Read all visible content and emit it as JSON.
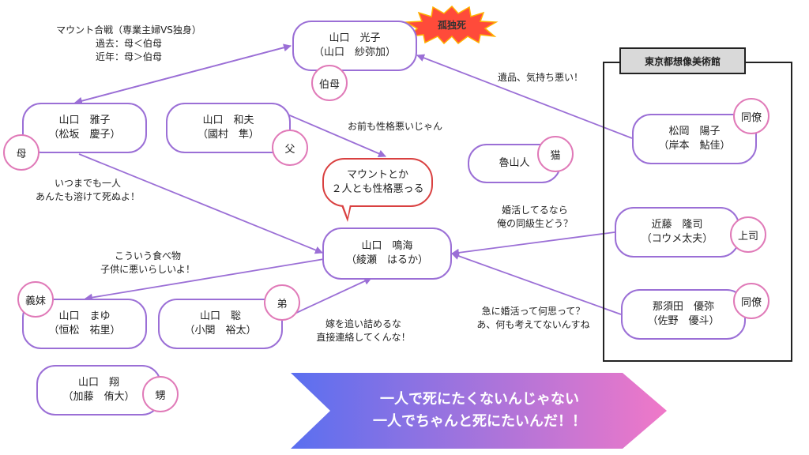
{
  "colors": {
    "node_border": "#9b6fd6",
    "role_border": "#e07ab8",
    "arrow": "#9b6fd6",
    "bubble_border": "#d94040",
    "burst_fill": "#ff4b3a",
    "banner_left": "#5a6ff0",
    "banner_right": "#f078c8"
  },
  "nodes": {
    "mitsuko": {
      "name": "山口　光子",
      "actor": "（山口　紗弥加）",
      "role": "伯母"
    },
    "masako": {
      "name": "山口　雅子",
      "actor": "（松坂　慶子）",
      "role": "母"
    },
    "kazuo": {
      "name": "山口　和夫",
      "actor": "（國村　隼）",
      "role": "父"
    },
    "narumi": {
      "name": "山口　鳴海",
      "actor": "（綾瀬　はるか）"
    },
    "mayu": {
      "name": "山口　まゆ",
      "actor": "（恒松　祐里）",
      "role": "義妹"
    },
    "satoshi": {
      "name": "山口　聡",
      "actor": "（小関　裕太）",
      "role": "弟"
    },
    "sho": {
      "name": "山口　翔",
      "actor": "（加藤　侑大）",
      "role": "甥"
    },
    "rosanjin": {
      "name": "魯山人",
      "role": "猫"
    },
    "matsuoka": {
      "name": "松岡　陽子",
      "actor": "（岸本　鮎佳）",
      "role": "同僚"
    },
    "kondo": {
      "name": "近藤　隆司",
      "actor": "（コウメ太夫）",
      "role": "上司"
    },
    "nasuda": {
      "name": "那須田　優弥",
      "actor": "（佐野　優斗）",
      "role": "同僚"
    }
  },
  "burst": "孤独死",
  "museum": "東京都想像美術館",
  "bubble": {
    "line1": "マウントとか",
    "line2": "２人とも性格悪っる"
  },
  "notes": {
    "mount_l1": "マウント合戦（専業主婦VS独身）",
    "mount_l2": "過去：母＜伯母",
    "mount_l3": "近年：母＞伯母",
    "iihin": "遺品、気持ち悪い！",
    "omae": "お前も性格悪いじゃん",
    "itsumade_l1": "いつまでも一人",
    "itsumade_l2": "あんたも溶けて死ぬよ！",
    "konkatsu_l1": "婚活してるなら",
    "konkatsu_l2": "俺の同級生どう？",
    "kouiu_l1": "こういう食べ物",
    "kouiu_l2": "子供に悪いらしいよ！",
    "kyuni_l1": "急に婚活って何思って？",
    "kyuni_l2": "あ、何も考えてないんすね",
    "yome_l1": "嫁を追い詰めるな",
    "yome_l2": "直接連絡してくんな！"
  },
  "banner": {
    "line1": "一人で死にたくないんじゃない",
    "line2": "一人でちゃんと死にたいんだ！！"
  }
}
